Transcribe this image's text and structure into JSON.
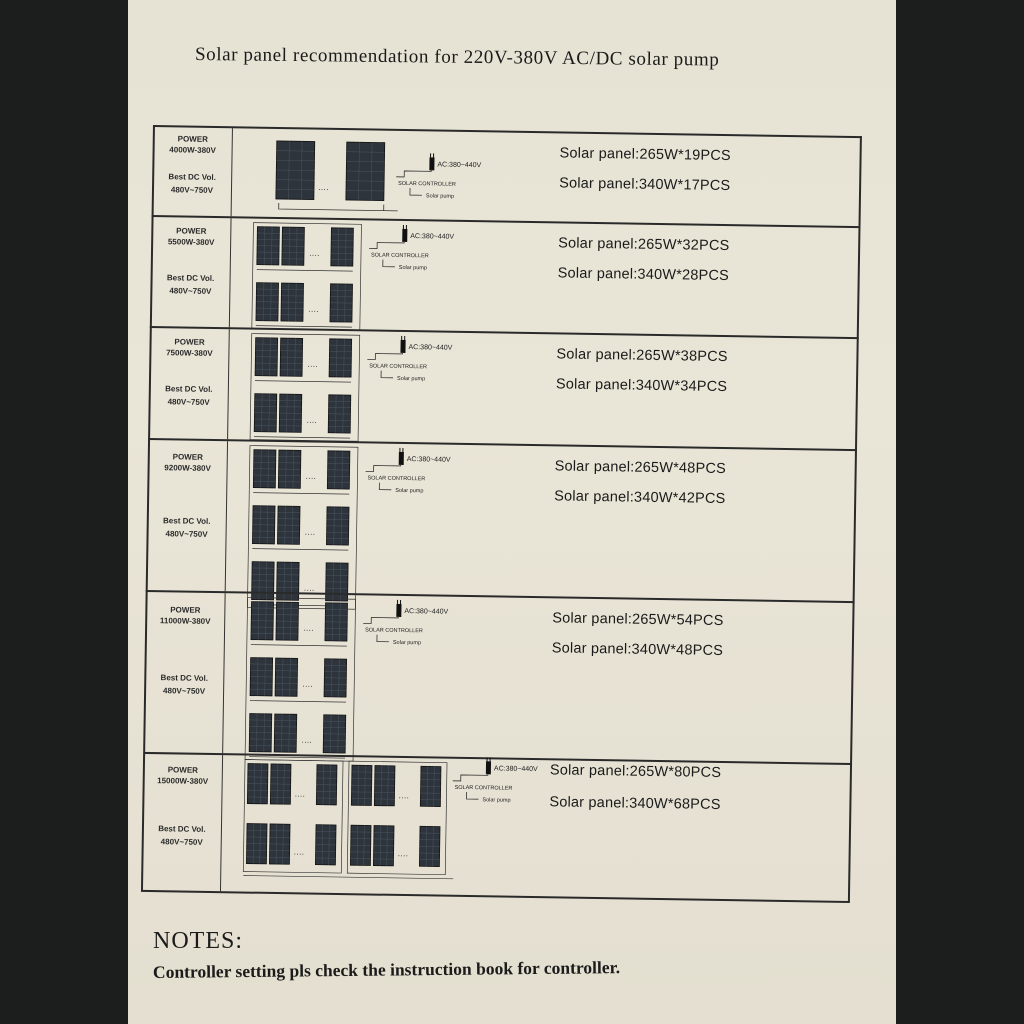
{
  "document": {
    "title": "Solar panel recommendation for 220V-380V AC/DC solar pump",
    "rows": [
      {
        "power_label": "POWER",
        "power_value": "4000W-380V",
        "vol_label": "Best DC Vol.",
        "vol_value": "480V~750V",
        "ac_label": "AC:380~440V",
        "controller_label": "SOLAR CONTROLLER",
        "pump_label": "Solar pump",
        "spec_265": "Solar panel:265W*19PCS",
        "spec_340": "Solar panel:340W*17PCS",
        "grid_rows": 1
      },
      {
        "power_label": "POWER",
        "power_value": "5500W-380V",
        "vol_label": "Best DC Vol.",
        "vol_value": "480V~750V",
        "ac_label": "AC:380~440V",
        "controller_label": "SOLAR CONTROLLER",
        "pump_label": "Solar pump",
        "spec_265": "Solar panel:265W*32PCS",
        "spec_340": "Solar panel:340W*28PCS",
        "grid_rows": 2
      },
      {
        "power_label": "POWER",
        "power_value": "7500W-380V",
        "vol_label": "Best DC Vol.",
        "vol_value": "480V~750V",
        "ac_label": "AC:380~440V",
        "controller_label": "SOLAR CONTROLLER",
        "pump_label": "Solar pump",
        "spec_265": "Solar panel:265W*38PCS",
        "spec_340": "Solar panel:340W*34PCS",
        "grid_rows": 2
      },
      {
        "power_label": "POWER",
        "power_value": "9200W-380V",
        "vol_label": "Best DC Vol.",
        "vol_value": "480V~750V",
        "ac_label": "AC:380~440V",
        "controller_label": "SOLAR CONTROLLER",
        "pump_label": "Solar pump",
        "spec_265": "Solar panel:265W*48PCS",
        "spec_340": "Solar panel:340W*42PCS",
        "grid_rows": 3
      },
      {
        "power_label": "POWER",
        "power_value": "11000W-380V",
        "vol_label": "Best DC Vol.",
        "vol_value": "480V~750V",
        "ac_label": "AC:380~440V",
        "controller_label": "SOLAR CONTROLLER",
        "pump_label": "Solar pump",
        "spec_265": "Solar panel:265W*54PCS",
        "spec_340": "Solar panel:340W*48PCS",
        "grid_rows": 3
      },
      {
        "power_label": "POWER",
        "power_value": "15000W-380V",
        "vol_label": "Best DC Vol.",
        "vol_value": "480V~750V",
        "ac_label": "AC:380~440V",
        "controller_label": "SOLAR CONTROLLER",
        "pump_label": "Solar pump",
        "spec_265": "Solar panel:265W*80PCS",
        "spec_340": "Solar panel:340W*68PCS",
        "grid_rows": 2
      }
    ],
    "notes_title": "NOTES:",
    "notes_text": "Controller setting pls check the instruction book for controller."
  },
  "colors": {
    "paper": "#e7e3d5",
    "ink": "#1a1a1a",
    "panel": "#2f3640"
  }
}
